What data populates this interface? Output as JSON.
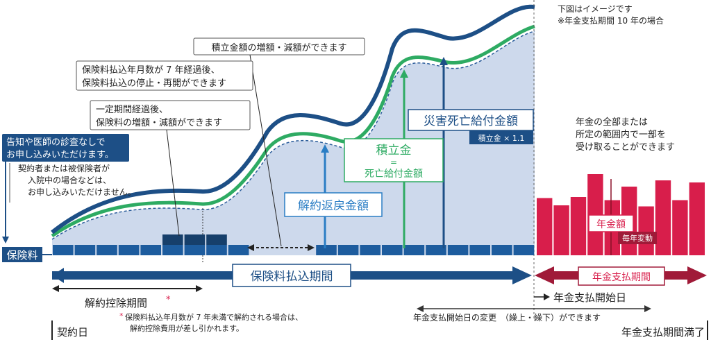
{
  "notes": {
    "image_note": "下図はイメージです",
    "period_note": "※年金支払期間 10 年の場合"
  },
  "callouts": {
    "increase_decrease_accum": "積立金額の増額・減額ができます",
    "pause_line1": "保険料払込年月数が 7 年経過後、",
    "pause_line2": "保険料払込の停止・再開ができます",
    "premium_change_line1": "一定期間経過後、",
    "premium_change_line2": "保険料の増額・減額ができます",
    "annuity_line1": "年金の全部または",
    "annuity_line2": "所定の範囲内で一部を",
    "annuity_line3": "受け取ることができます"
  },
  "application": {
    "badge_line1": "告知や医師の診査なしで",
    "badge_line2": "お申し込みいただけます。",
    "note_line1": "契約者または被保険者が",
    "note_line2": "入院中の場合などは、",
    "note_line3": "お申し込みいただけません。"
  },
  "labels": {
    "premium": "保険料",
    "surrender_value": "解約返戻金額",
    "accum_line1": "積立金",
    "accum_eq": "=",
    "accum_line2": "死亡給付金額",
    "disaster_death": "災害死亡給付金額",
    "accum_multiplier": "積立金 × 1.1",
    "annuity_amount": "年金額",
    "annual_change": "毎年変動"
  },
  "timeline": {
    "premium_period": "保険料払込期間",
    "annuity_period": "年金支払期間",
    "surrender_deduction": "解約控除期間",
    "asterisk": "*",
    "annuity_start": "年金支払開始日",
    "change_start": "年金支払開始日の変更　（繰上・繰下）ができます",
    "contract_date": "契約日",
    "period_end": "年金支払期間満了",
    "footnote_mark": "*",
    "footnote_line1": "保険料払込年月数が 7 年未満で解約される場合は、",
    "footnote_line2": "解約控除費用が差し引かれます。"
  },
  "colors": {
    "navy": "#1d4f86",
    "blue": "#2a7dc4",
    "green": "#2eab63",
    "red": "#d81e4b",
    "area": "#cdd9ec",
    "darkred": "#a01a38"
  },
  "annuity_bars": [
    0.55,
    0.48,
    0.56,
    0.78,
    0.53,
    0.66,
    0.47,
    0.72,
    0.53,
    0.7
  ]
}
